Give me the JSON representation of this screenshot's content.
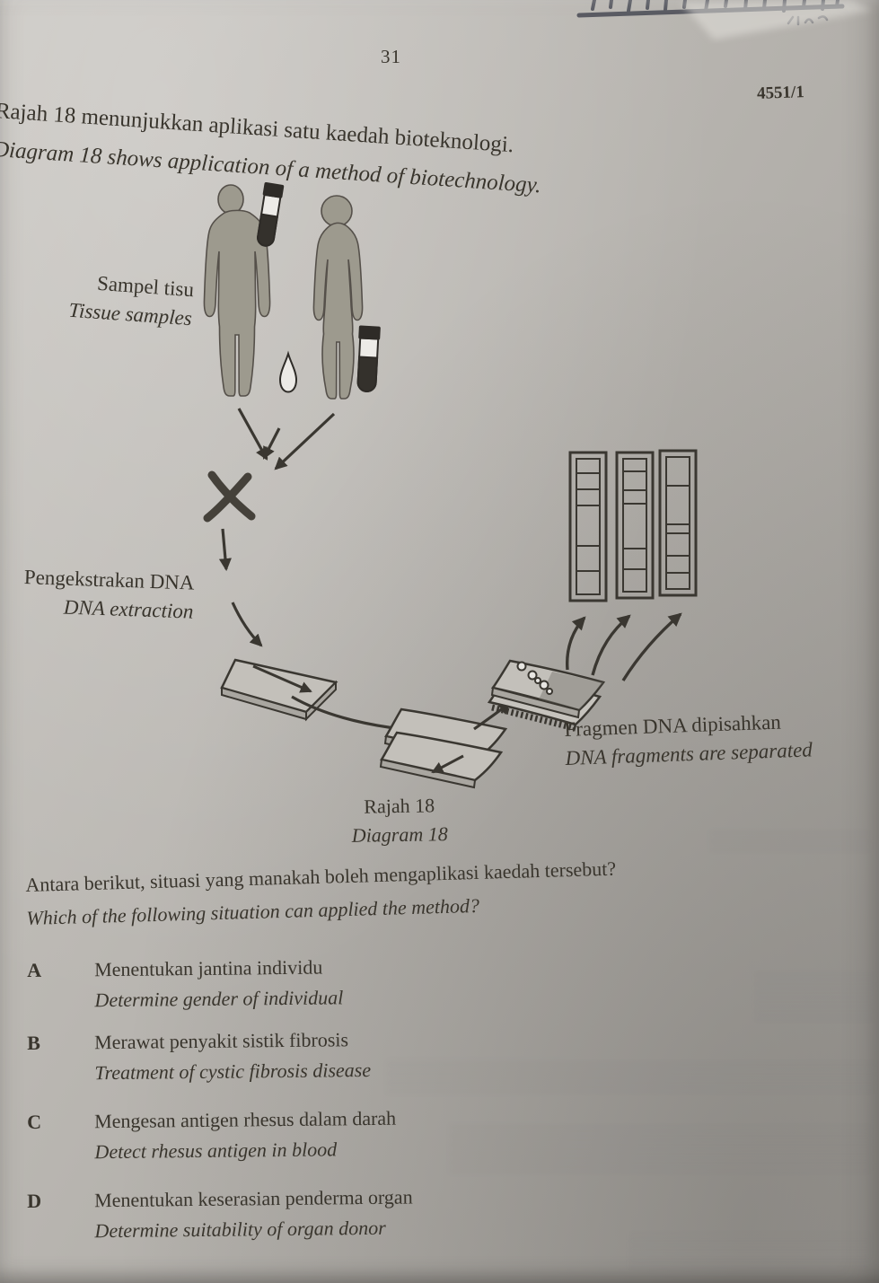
{
  "page": {
    "number": "31",
    "paper_code": "4551/1"
  },
  "intro": {
    "malay": "Rajah 18 menunjukkan aplikasi satu kaedah bioteknologi.",
    "english": "Diagram 18 shows application of a method of biotechnology."
  },
  "diagram": {
    "labels": {
      "tissue_samples": {
        "malay": "Sampel tisu",
        "english": "Tissue samples"
      },
      "dna_extraction": {
        "malay": "Pengekstrakan DNA",
        "english": "DNA extraction"
      },
      "dna_fragments": {
        "malay": "Fragmen DNA dipisahkan",
        "english": "DNA fragments are separated"
      }
    },
    "caption": {
      "malay": "Rajah 18",
      "english": "Diagram 18"
    }
  },
  "question": {
    "malay": "Antara berikut, situasi yang manakah boleh mengaplikasi kaedah tersebut?",
    "english": "Which of the following situation can applied the method?"
  },
  "options": [
    {
      "letter": "A",
      "malay": "Menentukan jantina individu",
      "english": "Determine gender of individual"
    },
    {
      "letter": "B",
      "malay": "Merawat penyakit sistik fibrosis",
      "english": "Treatment of cystic fibrosis disease"
    },
    {
      "letter": "C",
      "malay": "Mengesan antigen rhesus dalam darah",
      "english": "Detect rhesus antigen in blood"
    },
    {
      "letter": "D",
      "malay": "Menentukan keserasian penderma organ",
      "english": "Determine suitability of organ donor"
    }
  ],
  "colors": {
    "paper": "#b6b3ae",
    "ink": "#39352d",
    "diagram_ink": "#3a3731",
    "silhouette_fill": "#9d9a8e"
  }
}
